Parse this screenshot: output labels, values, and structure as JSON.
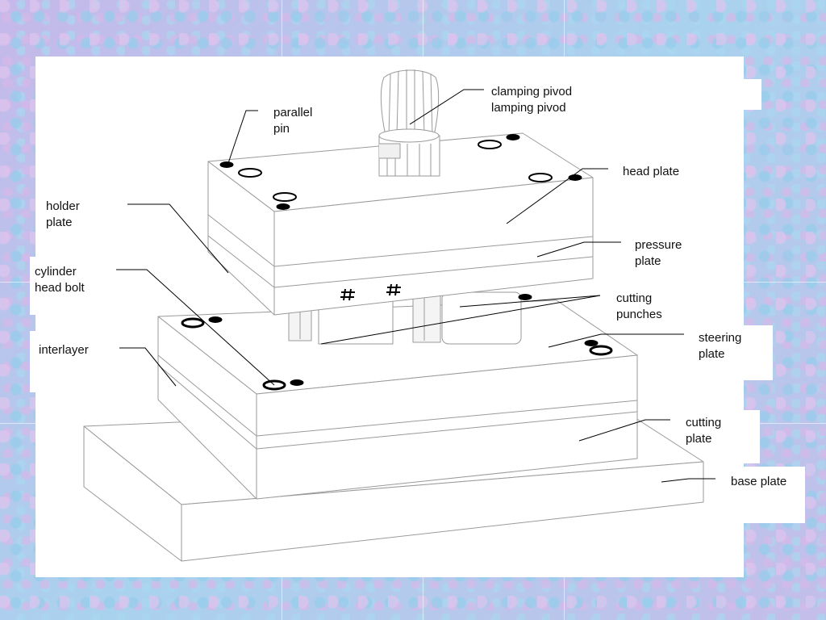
{
  "labels": {
    "clamping_pivod": "clamping pivod\nlamping pivod",
    "parallel_pin": "parallel\npin",
    "head_plate": "head plate",
    "holder_plate": "holder\nplate",
    "pressure_plate": "pressure\nplate",
    "cylinder_head_bolt": "cylinder\nhead bolt",
    "cutting_punches": "cutting\npunches",
    "interlayer": "interlayer",
    "steering_plate": "steering\nplate",
    "cutting_plate": "cutting\nplate",
    "base_plate": "base plate"
  },
  "colors": {
    "outline": "#9a9a9a",
    "leader": "#000000",
    "hole": "#000000",
    "background_tile": "#b9c6ec"
  }
}
